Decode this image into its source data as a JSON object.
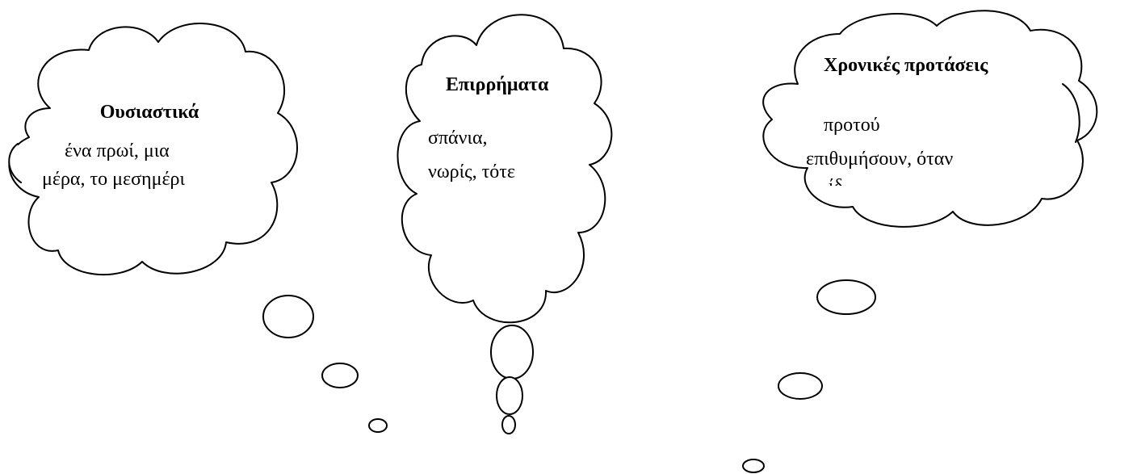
{
  "clouds": [
    {
      "title": "Ουσιαστικά",
      "lines": [
        "ένα πρωί, μια",
        "μέρα, το μεσημέρι"
      ]
    },
    {
      "title": "Επιρρήματα",
      "lines": [
        "σπάνια,",
        "νωρίς, τότε"
      ]
    },
    {
      "title": "Χρονικές προτάσεις",
      "lines": [
        "προτού",
        "επιθυμήσουν,  όταν"
      ]
    }
  ],
  "colors": {
    "stroke": "#000000",
    "fill": "#ffffff",
    "text": "#000000"
  }
}
